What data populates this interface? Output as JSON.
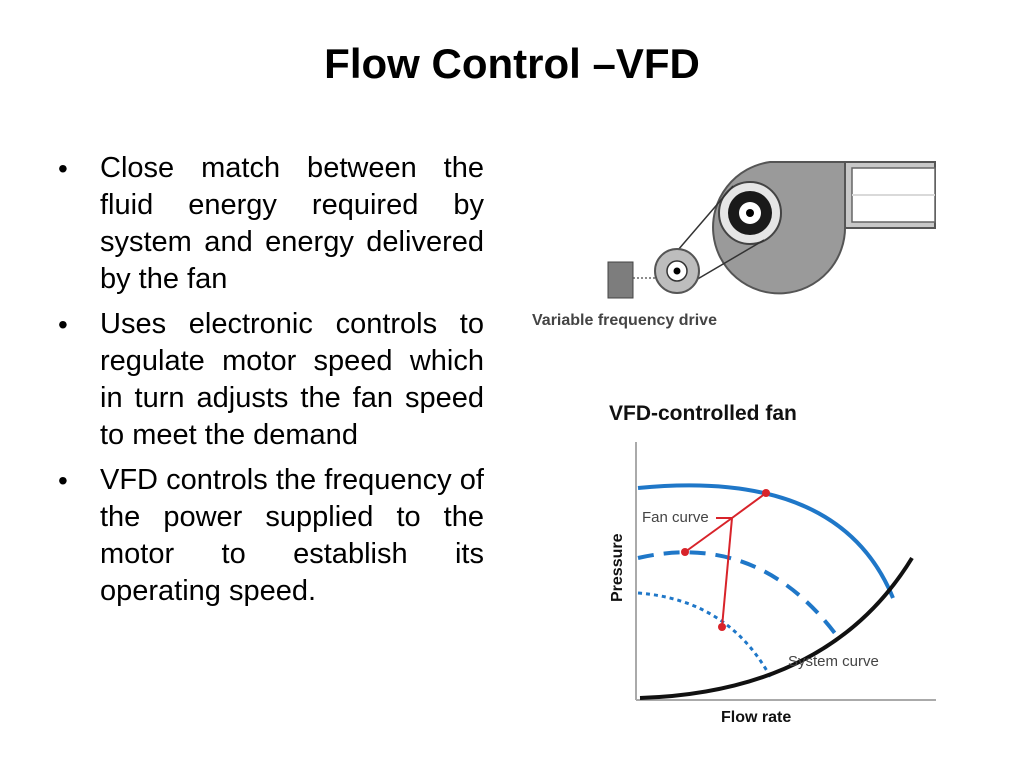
{
  "slide": {
    "title": "Flow Control –VFD"
  },
  "bullets": [
    {
      "marker": "•",
      "text": "Close match between the fluid energy required by system and energy delivered by the fan"
    },
    {
      "marker": "•",
      "text": "Uses electronic controls to regulate motor speed which in turn adjusts the fan speed to meet the demand"
    },
    {
      "marker": "•",
      "text": "VFD controls the frequency of the power supplied to the motor to establish its operating speed."
    }
  ],
  "fan_diagram": {
    "label": "Variable frequency drive",
    "colors": {
      "housing": "#9a9a9a",
      "duct": "#c8c8c8",
      "pulley": "#bdbdbd",
      "motor": "#7d7d7d",
      "hub": "#1a1a1a"
    }
  },
  "chart": {
    "title": "VFD-controlled fan",
    "labels": {
      "y_axis": "Pressure",
      "x_axis": "Flow rate",
      "fan_curve": "Fan curve",
      "system_curve": "System curve"
    },
    "colors": {
      "fan_curve": "#1f77c8",
      "system_curve": "#111111",
      "annotation": "#d8232a",
      "axis": "#aaaaaa"
    }
  }
}
